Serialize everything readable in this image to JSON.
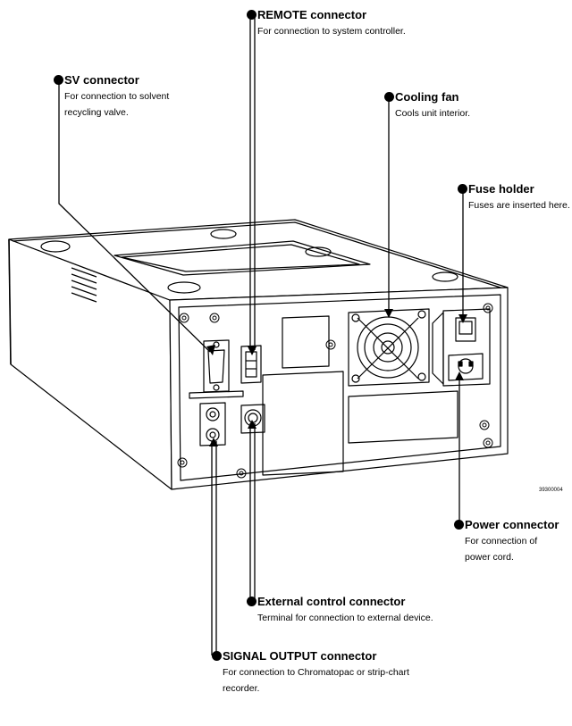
{
  "callouts": {
    "remote": {
      "title": "REMOTE connector",
      "desc": "For connection to system controller."
    },
    "sv": {
      "title": "SV connector",
      "desc": "For connection to solvent\nrecycling valve."
    },
    "fan": {
      "title": "Cooling fan",
      "desc": "Cools unit interior."
    },
    "fuse": {
      "title": "Fuse holder",
      "desc": "Fuses are inserted here."
    },
    "power": {
      "title": "Power connector",
      "desc": "For connection of\npower cord."
    },
    "external": {
      "title": "External control connector",
      "desc": "Terminal for connection to external device."
    },
    "signal": {
      "title": "SIGNAL OUTPUT connector",
      "desc": "For connection to Chromatopac or strip-chart\nrecorder."
    }
  },
  "figure_code": "39300004"
}
